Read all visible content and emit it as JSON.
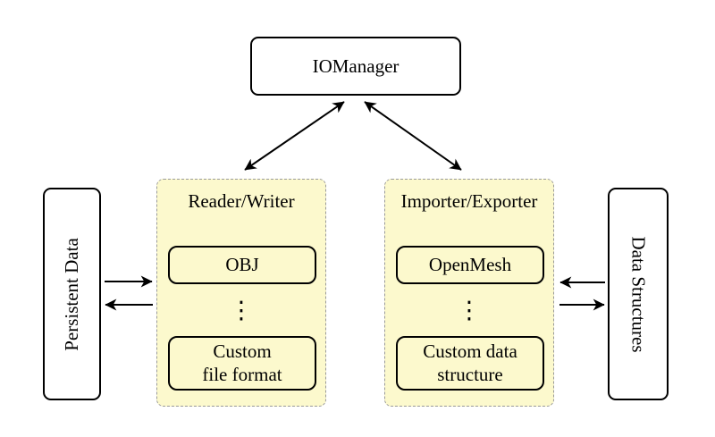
{
  "nodes": {
    "iomanager": "IOManager",
    "persistent_data": "Persistent Data",
    "data_structures": "Data Structures"
  },
  "panels": {
    "reader_writer": {
      "title": "Reader/Writer",
      "top_item": "OBJ",
      "ellipsis": "⋮",
      "bottom_item": "Custom\nfile format"
    },
    "importer_exporter": {
      "title": "Importer/Exporter",
      "top_item": "OpenMesh",
      "ellipsis": "⋮",
      "bottom_item": "Custom data\nstructure"
    }
  },
  "colors": {
    "panel_fill": "#fcf9cd",
    "panel_border": "#9a9a9a",
    "node_fill": "#ffffff",
    "line": "#000000"
  }
}
